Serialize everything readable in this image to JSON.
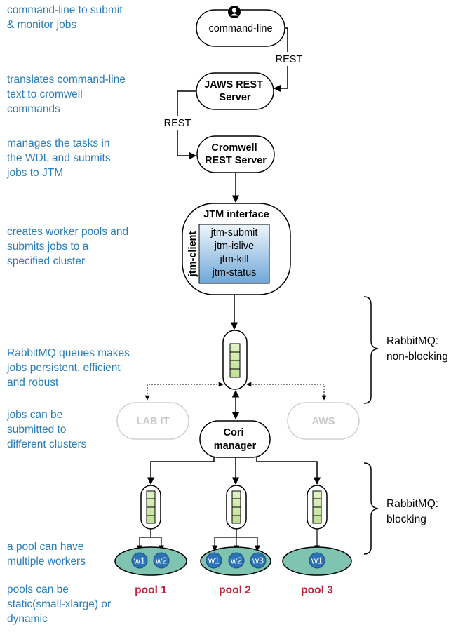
{
  "descriptions": [
    [
      "command-line to submit",
      "& monitor jobs"
    ],
    [
      "translates command-line",
      "text to  cromwell",
      "commands"
    ],
    [
      "manages the tasks in",
      "the WDL and submits",
      "jobs to JTM"
    ],
    [
      "creates worker pools and",
      "submits jobs to a",
      "specified cluster"
    ],
    [
      "RabbitMQ queues makes",
      "jobs persistent, efficient",
      "and robust"
    ],
    [
      "jobs can be",
      "submitted to",
      "different clusters"
    ],
    [
      "a pool can have",
      "multiple workers"
    ],
    [
      "pools can be",
      "static(small-xlarge) or",
      "dynamic"
    ]
  ],
  "nodes": {
    "command_line": "command-line",
    "jaws_server": [
      "JAWS REST",
      "Server"
    ],
    "cromwell_server": [
      "Cromwell",
      "REST Server"
    ],
    "jtm_interface": {
      "title": "JTM interface",
      "side_label": "jtm-client",
      "commands": [
        "jtm-submit",
        "jtm-islive",
        "jtm-kill",
        "jtm-status"
      ]
    },
    "lab_it": "LAB IT",
    "aws": "AWS",
    "cori_manager": [
      "Cori",
      "manager"
    ]
  },
  "edge_labels": {
    "rest_1": "REST",
    "rest_2": "REST"
  },
  "rabbitmq_notes": {
    "non_blocking": [
      "RabbitMQ:",
      "non-blocking"
    ],
    "blocking": [
      "RabbitMQ:",
      "blocking"
    ]
  },
  "pools": [
    {
      "label": "pool 1",
      "workers": [
        "w1",
        "w2"
      ]
    },
    {
      "label": "pool 2",
      "workers": [
        "w1",
        "w2",
        "w3"
      ]
    },
    {
      "label": "pool 3",
      "workers": [
        "w1"
      ]
    }
  ],
  "colors": {
    "description_text": "#2a7db8",
    "pool_label": "#c0243a",
    "worker_fill": "#2b72b6",
    "pool_fill": "#7fc4b1",
    "queue_cell": "#cde8a6",
    "ghost_text": "#c8c8c8"
  }
}
